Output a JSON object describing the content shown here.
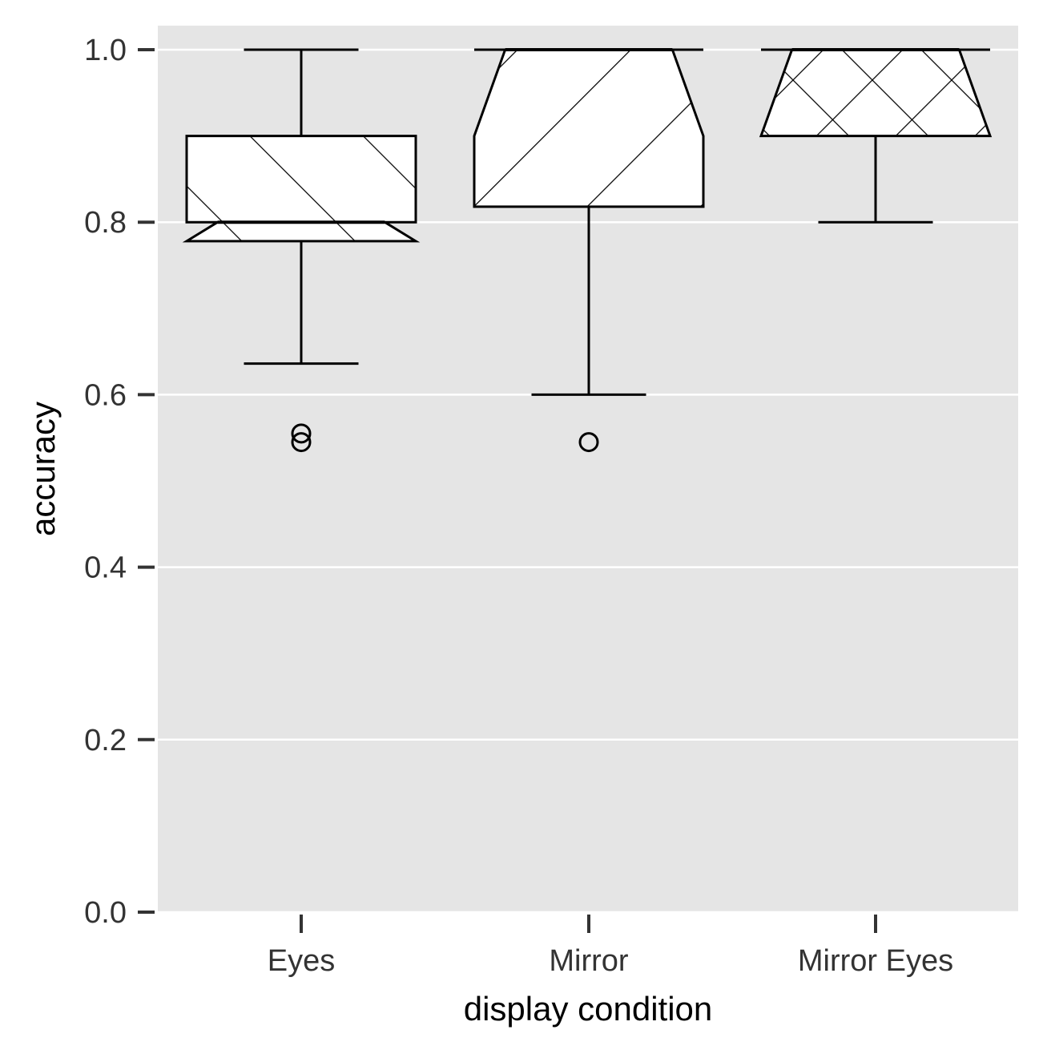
{
  "chart_data": {
    "type": "boxplot",
    "notched": true,
    "xlabel": "display condition",
    "ylabel": "accuracy",
    "ylim": [
      0,
      1.028
    ],
    "yticks": [
      "0.0",
      "0.2",
      "0.4",
      "0.6",
      "0.8",
      "1.0"
    ],
    "grid": true,
    "background": "#e5e5e5",
    "gridColor": "#ffffff",
    "boxFill": "#ffffff",
    "strokeColor": "#000000",
    "categories": [
      "Eyes",
      "Mirror",
      "Mirror Eyes"
    ],
    "boxes": [
      {
        "category": "Eyes",
        "whisker_low": 0.636,
        "q1": 0.778,
        "median": 0.8,
        "q3": 0.9,
        "whisker_high": 1.0,
        "notch_low": 0.778,
        "notch_high": 0.8,
        "pattern": "hatch-backslash",
        "outliers": [
          0.545,
          0.555
        ]
      },
      {
        "category": "Mirror",
        "whisker_low": 0.6,
        "q1": 0.818,
        "median": 1.0,
        "q3": 1.0,
        "whisker_high": 1.0,
        "notch_low": 0.9,
        "notch_high": 1.0,
        "pattern": "hatch-slash",
        "outliers": [
          0.545
        ]
      },
      {
        "category": "Mirror Eyes",
        "whisker_low": 0.8,
        "q1": 0.9,
        "median": 1.0,
        "q3": 1.0,
        "whisker_high": 1.0,
        "notch_low": 0.9,
        "notch_high": 1.0,
        "pattern": "crosshatch",
        "outliers": []
      }
    ]
  }
}
